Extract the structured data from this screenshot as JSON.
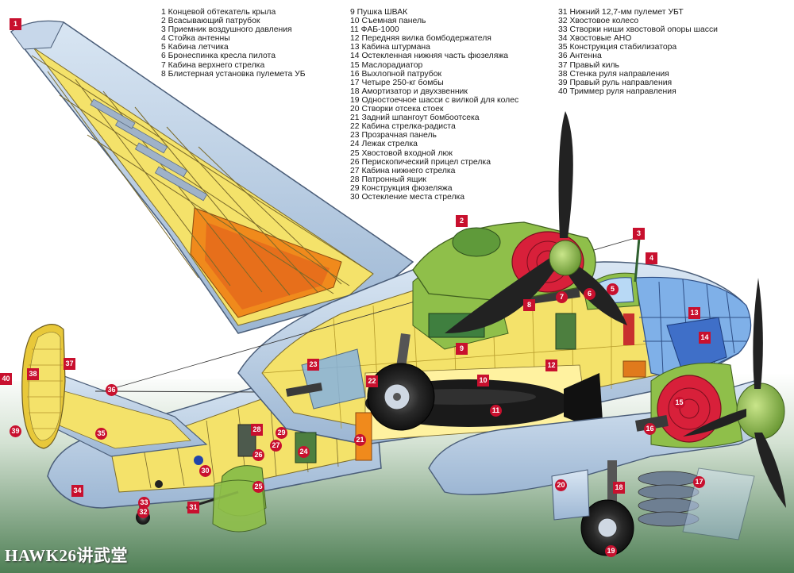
{
  "legend": {
    "col1": [
      "1 Концевой обтекатель крыла",
      "2 Всасывающий патрубок",
      "3 Приемник воздушного давления",
      "4 Стойка антенны",
      "5 Кабина летчика",
      "6 Бронеспинка кресла пилота",
      "7 Кабина верхнего стрелка",
      "8 Блистерная установка пулемета УБ"
    ],
    "col2": [
      "9 Пушка ШВАК",
      "10 Съемная панель",
      "11 ФАБ-1000",
      "12 Передняя вилка бомбодержателя",
      "13 Кабина штурмана",
      "14 Остекленная нижняя часть фюзеляжа",
      "15 Маслорадиатор",
      "16 Выхлопной патрубок",
      "17 Четыре 250-кг бомбы",
      "18 Амортизатор и двухзвенник",
      "19 Одностоечное шасси с вилкой для колес",
      "20 Створки отсека стоек",
      "21 Задний шпангоут бомбоотсека",
      "22 Кабина стрелка-радиста",
      "23 Прозрачная панель",
      "24 Лежак стрелка",
      "25 Хвостовой входной люк",
      "26 Перископический прицел стрелка",
      "27 Кабина нижнего стрелка",
      "28 Патронный ящик",
      "29 Конструкция фюзеляжа",
      "30 Остекление места стрелка"
    ],
    "col3": [
      "31 Нижний 12,7-мм пулемет УБТ",
      "32 Хвостовое колесо",
      "33 Створки ниши хвостовой опоры шасси",
      "34 Хвостовые АНО",
      "35 Конструкция стабилизатора",
      "36 Антенна",
      "37 Правый киль",
      "38 Стенка руля направления",
      "39 Правый руль направления",
      "40 Триммер руля направления"
    ]
  },
  "callouts": [
    "1",
    "2",
    "3",
    "4",
    "5",
    "6",
    "7",
    "8",
    "9",
    "10",
    "11",
    "12",
    "13",
    "14",
    "15",
    "16",
    "17",
    "18",
    "19",
    "20",
    "21",
    "22",
    "23",
    "24",
    "25",
    "26",
    "27",
    "28",
    "29",
    "30",
    "31",
    "32",
    "33",
    "34",
    "35",
    "36",
    "37",
    "38",
    "39",
    "40"
  ],
  "watermark": "HAWK26讲武堂",
  "colors": {
    "callout": "#c8102e",
    "wing_skin": "#b9cfe6",
    "structure_yellow": "#f4e26a",
    "fuel_tank_orange": "#f08a1c",
    "engine_green": "#8fbf4a",
    "engine_red": "#d8203a",
    "bomb_black": "#161616",
    "glazing_blue": "#4a7fd0",
    "ground_green": "#5c8a5a"
  }
}
